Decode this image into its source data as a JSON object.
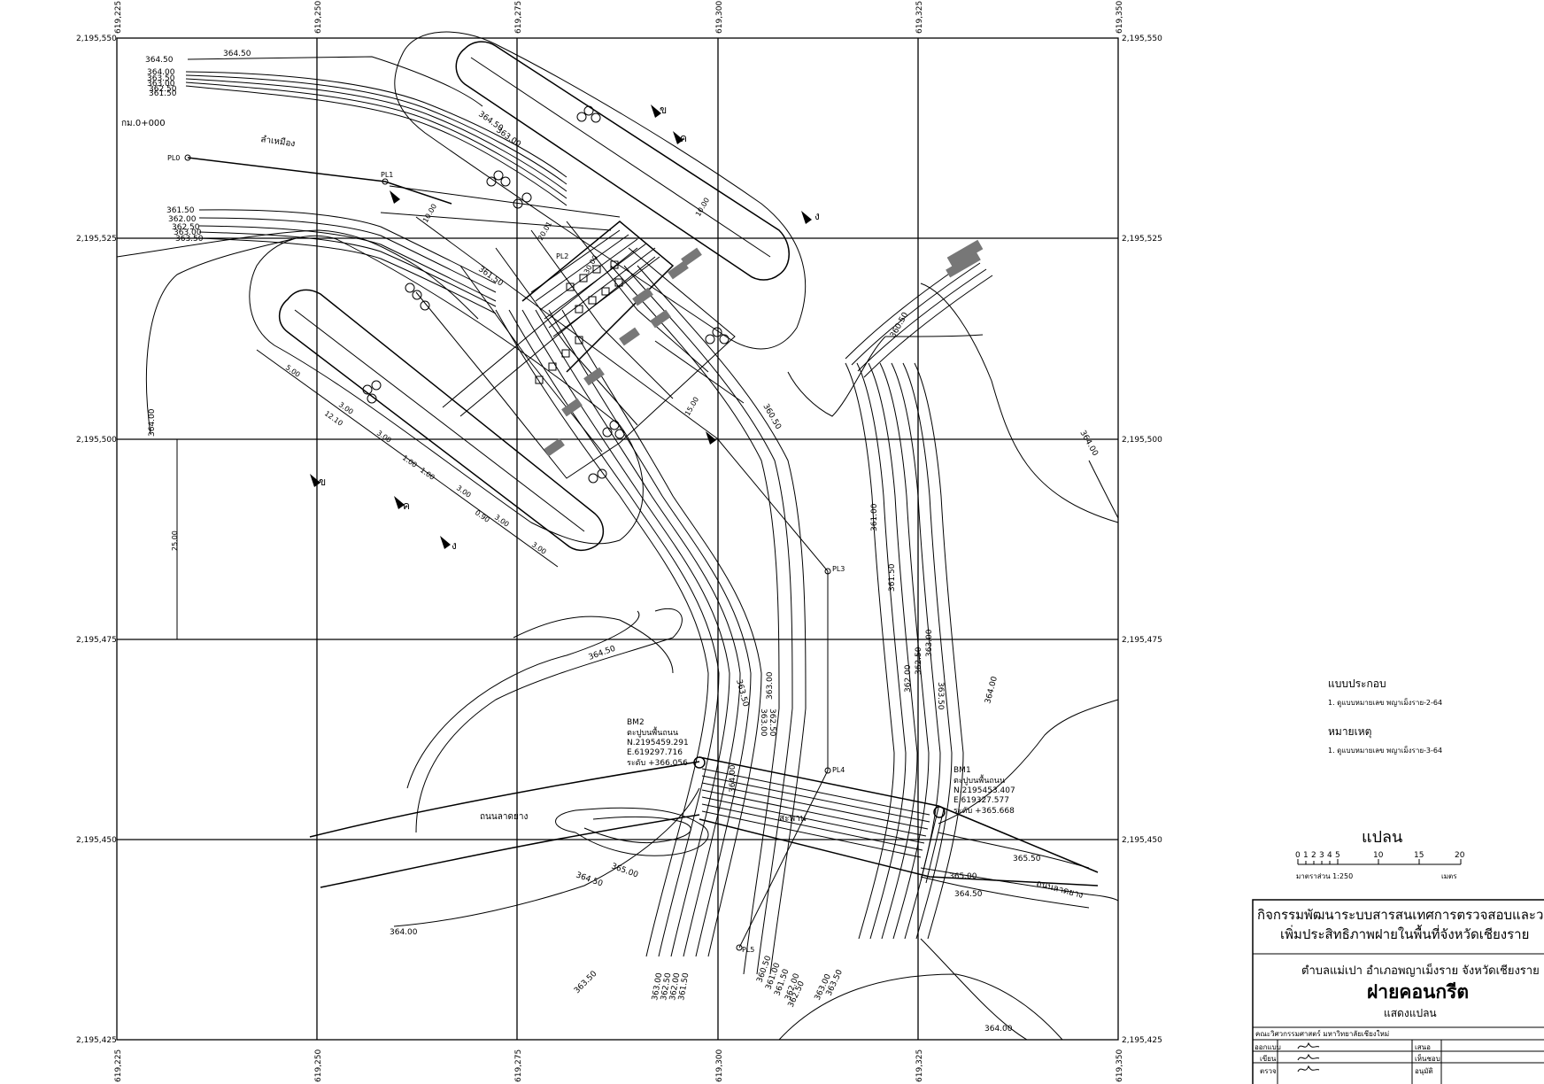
{
  "grid": {
    "easting_labels": [
      "619,225",
      "619,250",
      "619,275",
      "619,300",
      "619,325",
      "619,350"
    ],
    "northing_labels": [
      "2,195,550",
      "2,195,525",
      "2,195,500",
      "2,195,475",
      "2,195,450",
      "2,195,425"
    ]
  },
  "contours": {
    "v36450": "364.50",
    "v36400": "364.00",
    "v36350": "363.50",
    "v36300": "363.00",
    "v36250": "362.50",
    "v36200": "362.00",
    "v36150": "361.50",
    "v36100": "361.00",
    "v36050": "360.50",
    "v36500": "365.00",
    "v36550": "365.50"
  },
  "places": {
    "village": "ลำเหมือง",
    "road_left": "ถนนลาดยาง",
    "road_right": "ถนนลาดยาง",
    "bridge": "สะพาน",
    "chainage": "กม.0+000"
  },
  "points": {
    "pl0": "PL0",
    "pl1": "PL1",
    "pl2": "PL2",
    "pl3": "PL3",
    "pl4": "PL4",
    "pl5": "PL5"
  },
  "bm2": {
    "name": "BM2",
    "desc": "ตะปูบนพื้นถนน",
    "n": "N.2195459.291",
    "e": "E.619297.716",
    "level": "ระดับ +366.056"
  },
  "bm1": {
    "name": "BM1",
    "desc": "ตะปูบนพื้นถนน",
    "n": "N.2195453.407",
    "e": "E.619327.577",
    "level": "ระดับ +365.668"
  },
  "dims": {
    "d500": "5.00",
    "d300": "3.00",
    "d1210": "12.10",
    "d100": "1.00",
    "d090": "0.90",
    "d2500": "25.00",
    "d1000": "10.00",
    "d2001": "20.01",
    "d1500": "15.00",
    "d3000": "30.00"
  },
  "sections": {
    "s1": "ข",
    "s2": "ค",
    "s3": "ง"
  },
  "notes": {
    "ref_title": "แบบประกอบ",
    "ref_item": "1. ดูแบบหมายเลข พญาเม็งราย-2-64",
    "remark_title": "หมายเหตุ",
    "remark_item": "1. ดูแบบหมายเลข พญาเม็งราย-3-64"
  },
  "scalebar": {
    "title": "แปลน",
    "ticks": [
      "0",
      "1",
      "2",
      "3",
      "4",
      "5",
      "10",
      "15",
      "20"
    ],
    "ratio": "มาตราส่วน 1:250",
    "unit": "เมตร"
  },
  "title_block": {
    "project_line1": "กิจกรรมพัฒนาระบบสารสนเทศการตรวจสอบและวางแผนปรั",
    "project_line2": "เพิ่มประสิทธิภาพฝายในพื้นที่จังหวัดเชียงราย",
    "location": "ตำบลแม่เปา อำเภอพญาเม็งราย จังหวัดเชียงราย",
    "drawing_title": "ฝายคอนกรีต",
    "drawing_sub": "แสดงแปลน",
    "faculty": "คณะวิศวกรรมศาสตร์ มหาวิทยาลัยเชียงใหม่",
    "rows": [
      {
        "left": "ออกแบบ",
        "right": "เสนอ"
      },
      {
        "left": "เขียน",
        "right": "เห็นชอบ"
      },
      {
        "left": "ตรวจ",
        "right": "อนุมัติ"
      }
    ]
  }
}
